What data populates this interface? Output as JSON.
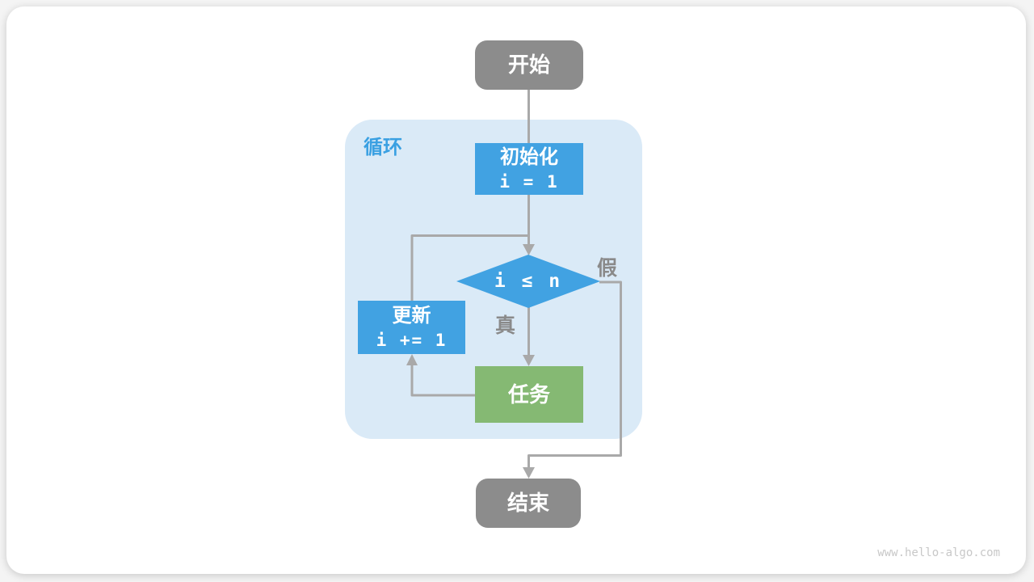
{
  "diagram": {
    "loop_label": "循环",
    "nodes": {
      "start": {
        "label": "开始"
      },
      "init": {
        "title": "初始化",
        "code": "i = 1"
      },
      "cond": {
        "code": "i ≤ n"
      },
      "update": {
        "title": "更新",
        "code": "i += 1"
      },
      "task": {
        "label": "任务"
      },
      "end": {
        "label": "结束"
      }
    },
    "edges": {
      "true_label": "真",
      "false_label": "假"
    },
    "colors": {
      "node_blue": "#41a2e2",
      "node_green": "#85b973",
      "node_gray": "#8c8c8c",
      "loop_bg": "#daeaf7",
      "loop_label_blue": "#3aa0e2",
      "line_gray": "#a9a9a9",
      "branch_label_gray": "#8a8a8a"
    }
  },
  "page": {
    "watermark": "www.hello-algo.com"
  }
}
